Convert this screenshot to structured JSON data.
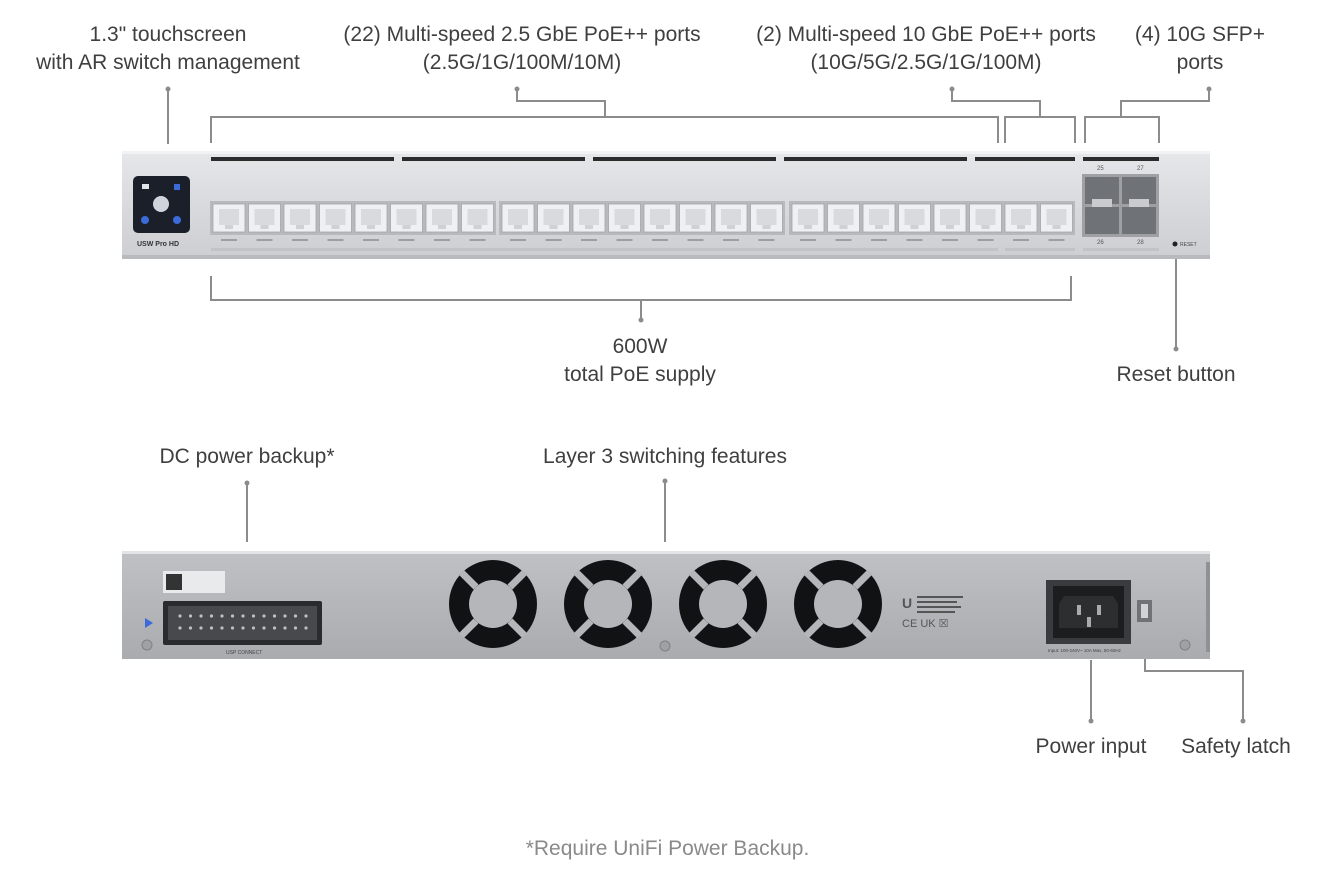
{
  "front_labels": {
    "touchscreen": [
      "1.3\" touchscreen",
      "with AR switch management"
    ],
    "ports_2_5g": [
      "(22) Multi-speed 2.5 GbE PoE++ ports",
      "(2.5G/1G/100M/10M)"
    ],
    "ports_10g": [
      "(2) Multi-speed 10 GbE PoE++ ports",
      "(10G/5G/2.5G/1G/100M)"
    ],
    "sfp": [
      "(4) 10G SFP+",
      "ports"
    ],
    "poe_supply": [
      "600W",
      "total PoE supply"
    ],
    "reset": "Reset button"
  },
  "back_labels": {
    "dc_backup": "DC power backup*",
    "layer3": "Layer 3 switching features",
    "power_input": "Power input",
    "safety_latch": "Safety latch"
  },
  "device": {
    "model": "USW Pro HD",
    "reset_text": "RESET",
    "sfp_numbers": [
      "25",
      "27",
      "26",
      "28"
    ],
    "rps_connect": "USP CONNECT",
    "power_rating": "Input: 100-240V~ 10A Max, 50-60Hz"
  },
  "footnote": "*Require UniFi Power Backup."
}
